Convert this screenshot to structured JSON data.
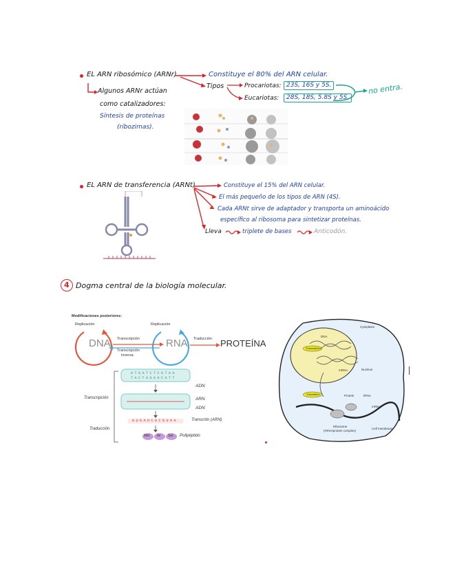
{
  "section1": {
    "title": "EL ARN ribosómico (ARNr)",
    "bullet_main": "Constituye el 80% del ARN celular.",
    "tipos_label": "Tipos",
    "procariotas_label": "Procariotas:",
    "procariotas_values": "23S, 16S y 5S.",
    "eucariotas_label": "Eucariotas:",
    "eucariotas_values": "28S, 18S, 5.8S y 5S.",
    "note": "no entra.",
    "algunos_line1": "Algunos ARNr actúan",
    "algunos_line2": "como catalizadores:",
    "sintesis_line1": "Síntesis de proteínas",
    "sintesis_line2": "(ribozimas)."
  },
  "section2": {
    "title": "EL ARN de transferencia (ARNt)",
    "b1": "Constituye el 15% del ARN celular.",
    "b2": "El más pequeño de los tipos de ARN (4S).",
    "b3_line1": "Cada ARNt sirve de adaptador y transporta un aminoácido",
    "b3_line2": "específico al ribosoma para sintetizar proteínas.",
    "lleva": "Lleva",
    "triplete": "triplete de bases",
    "anticodon": "Anticodón."
  },
  "section3": {
    "number": "4",
    "title": "Dogma central de la biología molecular."
  },
  "diagram_dogma": {
    "header": "Modificaciones posteriores:",
    "replicacion1": "Replicación",
    "replicacion2": "Replicación",
    "dna": "DNA",
    "rna": "RNA",
    "proteina": "PROTEÍNA",
    "transcripcion": "Transcripción",
    "transcripcion_inversa_1": "Transcripción",
    "transcripcion_inversa_2": "inversa",
    "traduccion": "Traducción",
    "adn1": "ADN",
    "arn": "ARN",
    "adn2": "ADN",
    "transcripcion_side": "Transcripción",
    "traduccion_side": "Traducción",
    "transcrito": "Transcrito (ARN)",
    "polipeptido": "Polipéptido",
    "aa1": "Met",
    "aa2": "Ile",
    "aa3": "Ser",
    "seq_top": "ATGATCTCGTAA",
    "seq_bottom": "TACTAGAGCATT",
    "seq_rna": "AUGAUCUCGUAA"
  },
  "diagram_cell": {
    "cytoplasm": "Cytoplasm",
    "dna": "DNA",
    "transcription": "Transcription",
    "mrna1": "mRNA",
    "nucleus": "Nucleus",
    "translation": "Translation",
    "protein": "Protein",
    "trna": "tRNA",
    "mrna2": "mRNA",
    "cell_membrane": "Cell membrane",
    "ribosome1": "Ribosome",
    "ribosome2": "(rRNA/protein complex)"
  },
  "colors": {
    "ink_black": "#161616",
    "ink_blue": "#1f3fb0",
    "ink_teal": "#1aa58e",
    "ink_red": "#d9262c"
  }
}
